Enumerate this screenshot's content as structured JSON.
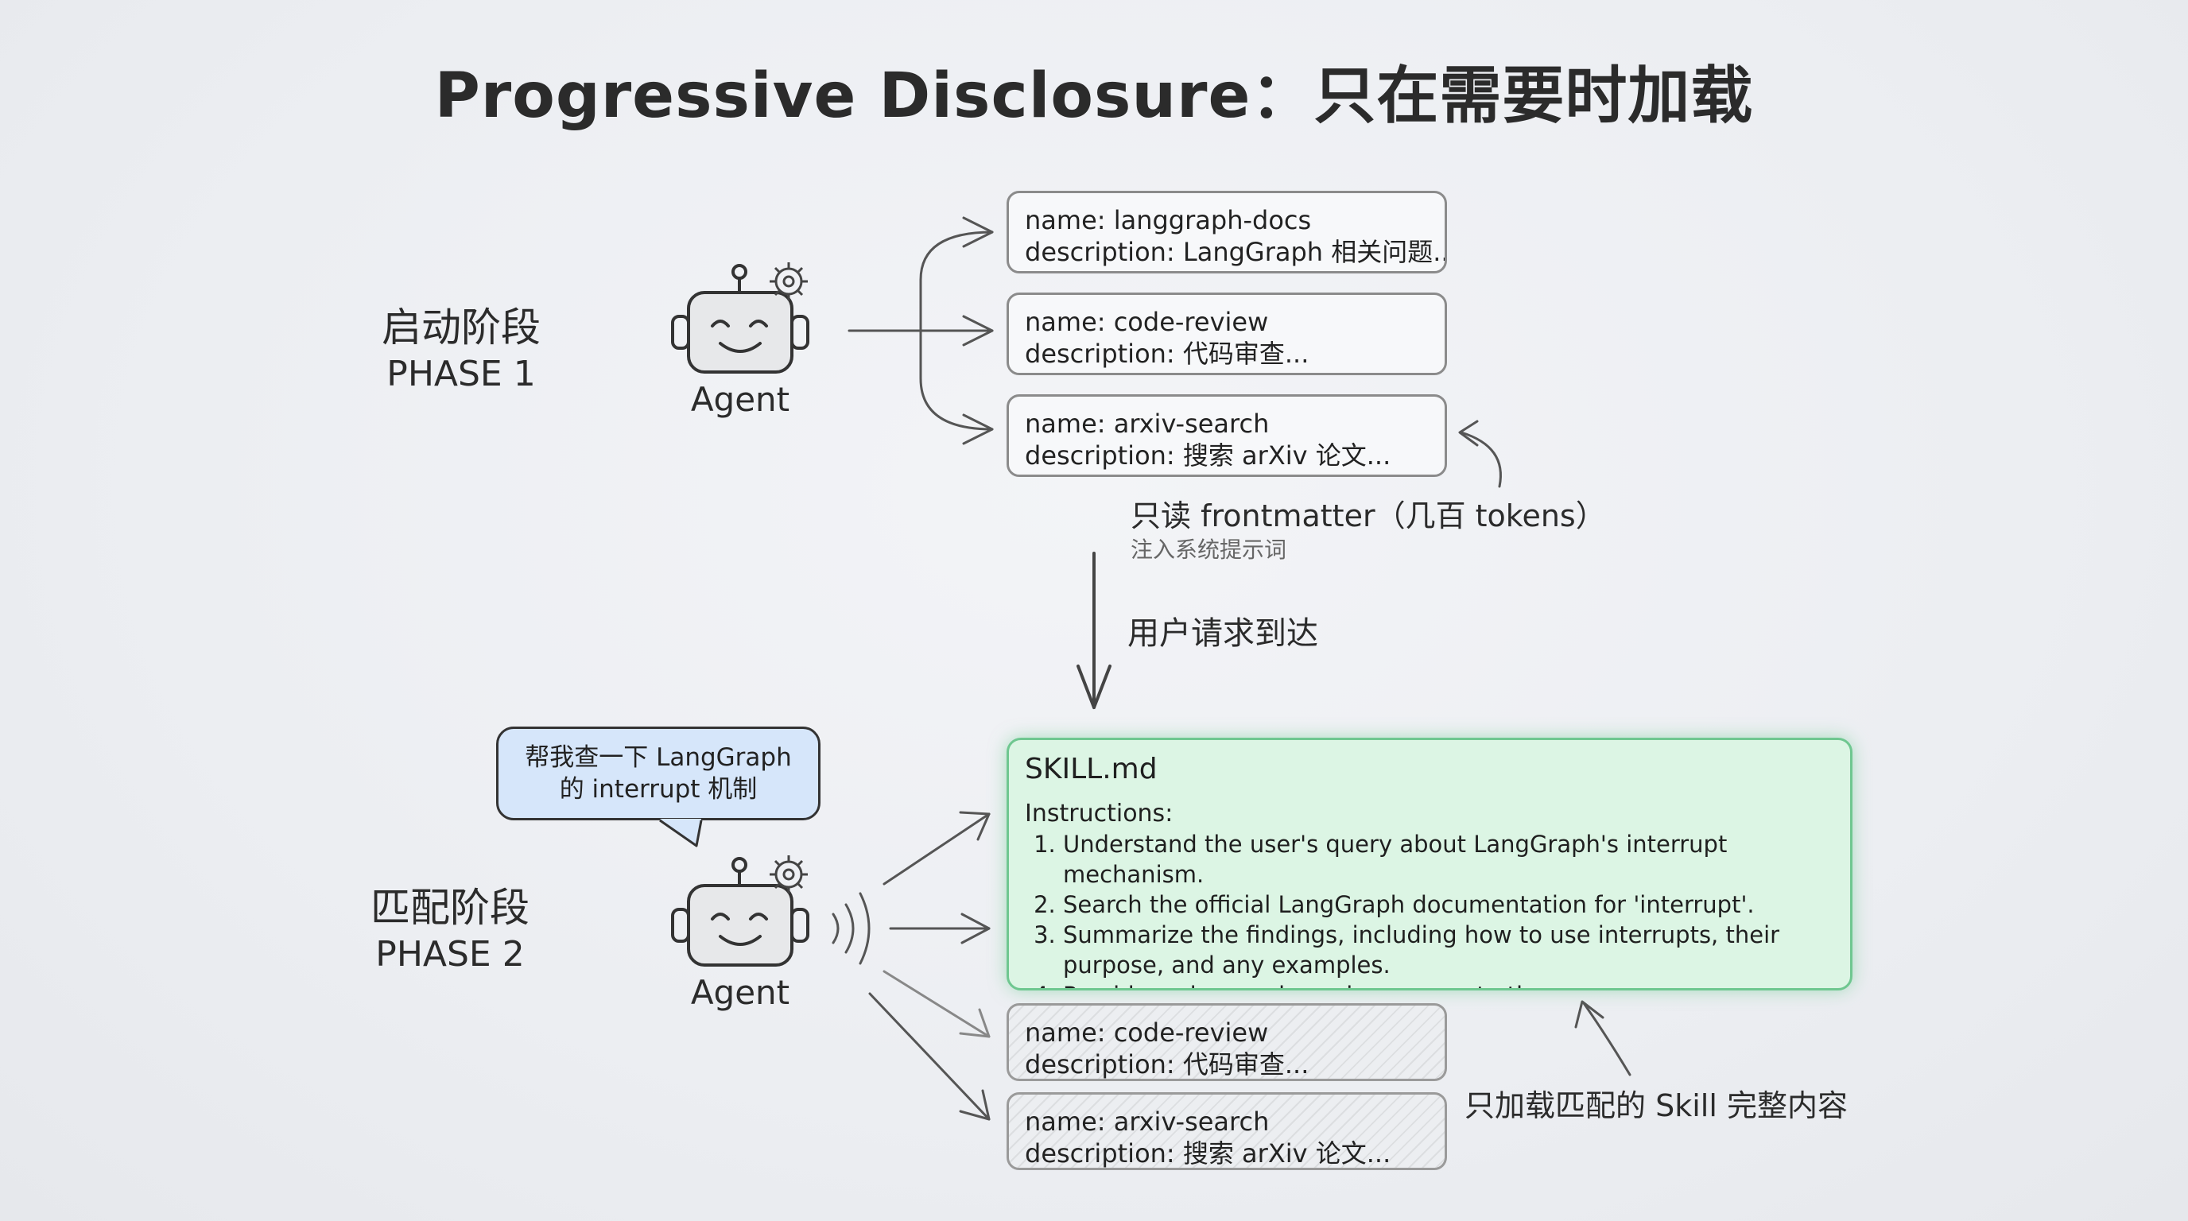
{
  "title": "Progressive Disclosure：只在需要时加载",
  "phase1": {
    "label_cn": "启动阶段",
    "label_en": "PHASE 1",
    "agent_label": "Agent",
    "cards": [
      {
        "name": "name: langgraph-docs",
        "description": "description: LangGraph 相关问题..."
      },
      {
        "name": "name: code-review",
        "description": "description: 代码审查..."
      },
      {
        "name": "name: arxiv-search",
        "description": "description: 搜索 arXiv 论文..."
      }
    ],
    "note_main": "只读 frontmatter（几百 tokens）",
    "note_sub": "注入系统提示词"
  },
  "transition": {
    "label": "用户请求到达"
  },
  "phase2": {
    "label_cn": "匹配阶段",
    "label_en": "PHASE 2",
    "agent_label": "Agent",
    "bubble_line1": "帮我查一下 LangGraph",
    "bubble_line2": "的 interrupt 机制",
    "skill": {
      "file": "SKILL.md",
      "instructions_title": "Instructions:",
      "steps": [
        "Understand the user's query about LangGraph's interrupt mechanism.",
        "Search the official LangGraph documentation for 'interrupt'.",
        "Summarize the findings, including how to use interrupts, their purpose, and any examples.",
        "Provide a clear and concise answer to the user."
      ]
    },
    "dim_cards": [
      {
        "name": "name: code-review",
        "description": "description: 代码审查..."
      },
      {
        "name": "name: arxiv-search",
        "description": "description: 搜索 arXiv 论文..."
      }
    ],
    "note_main": "只加载匹配的 Skill 完整内容"
  },
  "colors": {
    "background": "#eef0f4",
    "skill_highlight": "#dcf5e4",
    "skill_border": "#6fc790",
    "bubble_fill": "#d6e6fa",
    "ink": "#333333"
  }
}
